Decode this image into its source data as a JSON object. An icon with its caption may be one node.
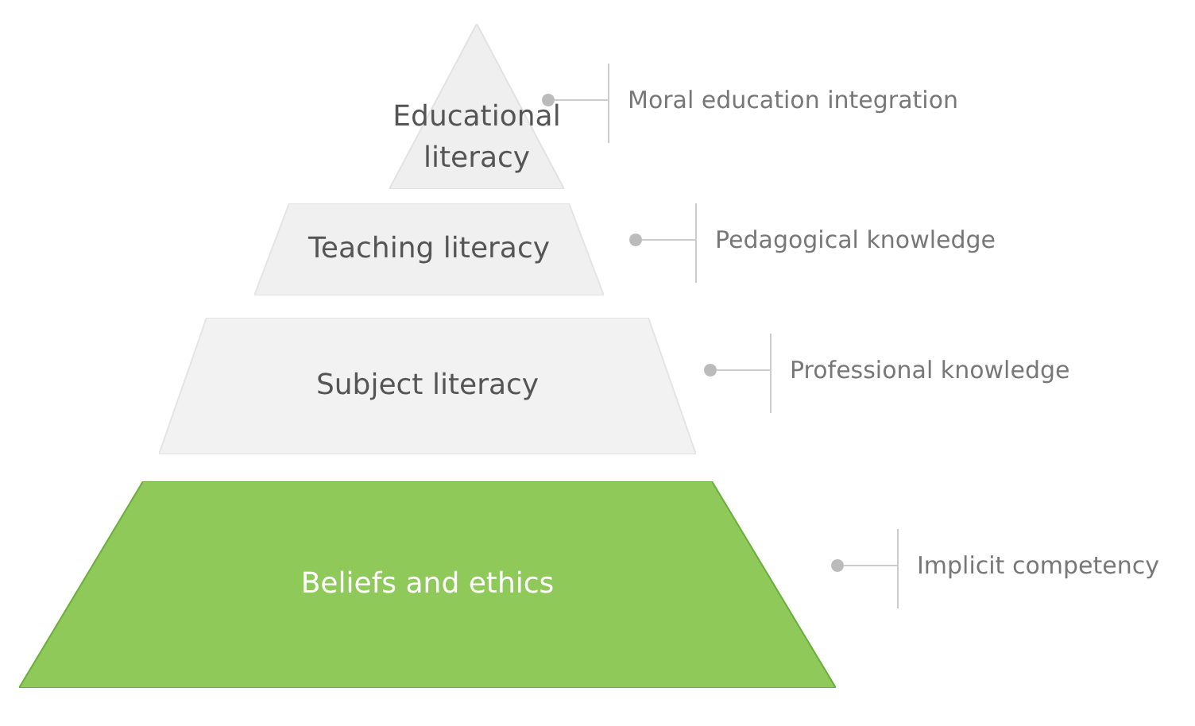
{
  "diagram": {
    "nodes": [
      {
        "text": [
          "Educational literacy"
        ]
      },
      {
        "text": [
          "Teaching literacy"
        ]
      },
      {
        "text": [
          "Subject literacy"
        ]
      },
      {
        "text": [
          "Beliefs and ethics"
        ]
      }
    ],
    "labels": [
      "Moral education integration",
      "Pedagogical knowledge",
      "Professional knowledge",
      "Implicit competency"
    ]
  }
}
